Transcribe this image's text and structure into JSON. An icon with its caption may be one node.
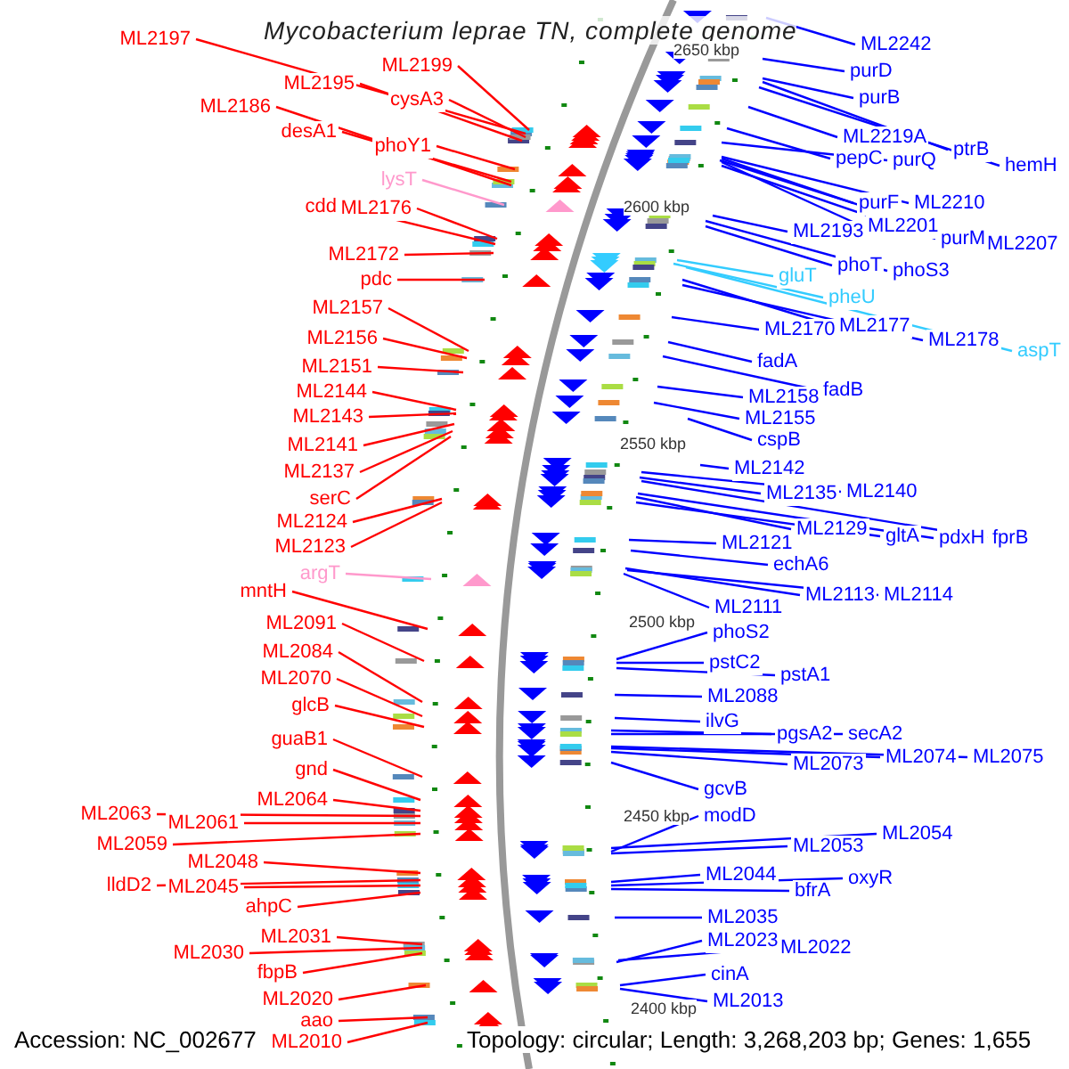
{
  "diagram": {
    "title": "Mycobacterium leprae TN, complete genome",
    "nodes": [
      {
        "text": [
          "ML2197"
        ]
      },
      {
        "text": [
          "ML2199"
        ]
      },
      {
        "text": [
          "ML2195"
        ]
      },
      {
        "text": [
          "cysA3"
        ]
      },
      {
        "text": [
          "ML2186"
        ]
      },
      {
        "text": [
          "desA1"
        ]
      },
      {
        "text": [
          "phoY1"
        ]
      },
      {
        "text": [
          "lysT"
        ]
      },
      {
        "text": [
          "cdd"
        ]
      },
      {
        "text": [
          "ML2176"
        ]
      },
      {
        "text": [
          "ML2172"
        ]
      },
      {
        "text": [
          "pdc"
        ]
      },
      {
        "text": [
          "ML2157"
        ]
      },
      {
        "text": [
          "ML2156"
        ]
      },
      {
        "text": [
          "ML2151"
        ]
      },
      {
        "text": [
          "ML2144"
        ]
      },
      {
        "text": [
          "ML2143"
        ]
      },
      {
        "text": [
          "ML2141"
        ]
      },
      {
        "text": [
          "ML2137"
        ]
      },
      {
        "text": [
          "serC"
        ]
      },
      {
        "text": [
          "ML2124"
        ]
      },
      {
        "text": [
          "ML2123"
        ]
      },
      {
        "text": [
          "argT"
        ]
      },
      {
        "text": [
          "mntH"
        ]
      },
      {
        "text": [
          "ML2091"
        ]
      },
      {
        "text": [
          "ML2084"
        ]
      },
      {
        "text": [
          "ML2070"
        ]
      },
      {
        "text": [
          "glcB"
        ]
      },
      {
        "text": [
          "guaB1"
        ]
      },
      {
        "text": [
          "gnd"
        ]
      },
      {
        "text": [
          "ML2064"
        ]
      },
      {
        "text": [
          "ML2063"
        ]
      },
      {
        "text": [
          "ML2061"
        ]
      },
      {
        "text": [
          "ML2059"
        ]
      },
      {
        "text": [
          "ML2048"
        ]
      },
      {
        "text": [
          "lldD2"
        ]
      },
      {
        "text": [
          "ML2045"
        ]
      },
      {
        "text": [
          "ahpC"
        ]
      },
      {
        "text": [
          "ML2031"
        ]
      },
      {
        "text": [
          "ML2030"
        ]
      },
      {
        "text": [
          "fbpB"
        ]
      },
      {
        "text": [
          "ML2020"
        ]
      },
      {
        "text": [
          "aao"
        ]
      },
      {
        "text": [
          "ML2010"
        ]
      },
      {
        "text": [
          "ML2242"
        ]
      },
      {
        "text": [
          "purD"
        ]
      },
      {
        "text": [
          "purB"
        ]
      },
      {
        "text": [
          "ML2219A"
        ]
      },
      {
        "text": [
          "ptrB"
        ]
      },
      {
        "text": [
          "hemH"
        ]
      },
      {
        "text": [
          "pepC"
        ]
      },
      {
        "text": [
          "purQ"
        ]
      },
      {
        "text": [
          "purF"
        ]
      },
      {
        "text": [
          "ML2210"
        ]
      },
      {
        "text": [
          "ML2193"
        ]
      },
      {
        "text": [
          "ML2201"
        ]
      },
      {
        "text": [
          "purM"
        ]
      },
      {
        "text": [
          "ML2207"
        ]
      },
      {
        "text": [
          "phoT"
        ]
      },
      {
        "text": [
          "phoS3"
        ]
      },
      {
        "text": [
          "gluT"
        ]
      },
      {
        "text": [
          "pheU"
        ]
      },
      {
        "text": [
          "ML2170"
        ]
      },
      {
        "text": [
          "ML2177"
        ]
      },
      {
        "text": [
          "ML2178"
        ]
      },
      {
        "text": [
          "aspT"
        ]
      },
      {
        "text": [
          "fadA"
        ]
      },
      {
        "text": [
          "fadB"
        ]
      },
      {
        "text": [
          "ML2158"
        ]
      },
      {
        "text": [
          "ML2155"
        ]
      },
      {
        "text": [
          "cspB"
        ]
      },
      {
        "text": [
          "ML2142"
        ]
      },
      {
        "text": [
          "ML2135"
        ]
      },
      {
        "text": [
          "ML2140"
        ]
      },
      {
        "text": [
          "ML2129"
        ]
      },
      {
        "text": [
          "gltA"
        ]
      },
      {
        "text": [
          "pdxH"
        ]
      },
      {
        "text": [
          "fprB"
        ]
      },
      {
        "text": [
          "ML2121"
        ]
      },
      {
        "text": [
          "echA6"
        ]
      },
      {
        "text": [
          "ML2113"
        ]
      },
      {
        "text": [
          "ML2114"
        ]
      },
      {
        "text": [
          "ML2111"
        ]
      },
      {
        "text": [
          "phoS2"
        ]
      },
      {
        "text": [
          "pstC2"
        ]
      },
      {
        "text": [
          "pstA1"
        ]
      },
      {
        "text": [
          "ML2088"
        ]
      },
      {
        "text": [
          "ilvG"
        ]
      },
      {
        "text": [
          "pgsA2"
        ]
      },
      {
        "text": [
          "secA2"
        ]
      },
      {
        "text": [
          "ML2073"
        ]
      },
      {
        "text": [
          "ML2074"
        ]
      },
      {
        "text": [
          "ML2075"
        ]
      },
      {
        "text": [
          "gcvB"
        ]
      },
      {
        "text": [
          "modD"
        ]
      },
      {
        "text": [
          "ML2053"
        ]
      },
      {
        "text": [
          "ML2054"
        ]
      },
      {
        "text": [
          "ML2044"
        ]
      },
      {
        "text": [
          "bfrA"
        ]
      },
      {
        "text": [
          "oxyR"
        ]
      },
      {
        "text": [
          "ML2035"
        ]
      },
      {
        "text": [
          "ML2023"
        ]
      },
      {
        "text": [
          "ML2022"
        ]
      },
      {
        "text": [
          "cinA"
        ]
      },
      {
        "text": [
          "ML2013"
        ]
      }
    ],
    "edges": [
      {
        "from": 0,
        "to": null,
        "arrow": "none",
        "color": "#ff0000"
      },
      {
        "from": 1,
        "to": null,
        "arrow": "none",
        "color": "#ff0000"
      },
      {
        "from": 2,
        "to": null,
        "arrow": "none",
        "color": "#ff0000"
      },
      {
        "from": 3,
        "to": null,
        "arrow": "none",
        "color": "#ff0000"
      },
      {
        "from": 4,
        "to": null,
        "arrow": "none",
        "color": "#ff0000"
      },
      {
        "from": 5,
        "to": null,
        "arrow": "none",
        "color": "#ff0000"
      },
      {
        "from": 6,
        "to": null,
        "arrow": "none",
        "color": "#ff0000"
      },
      {
        "from": 7,
        "to": null,
        "arrow": "none",
        "color": "#ff99cc"
      },
      {
        "from": 8,
        "to": null,
        "arrow": "none",
        "color": "#ff0000"
      },
      {
        "from": 9,
        "to": null,
        "arrow": "none",
        "color": "#ff0000"
      },
      {
        "from": 10,
        "to": null,
        "arrow": "none",
        "color": "#ff0000"
      },
      {
        "from": 11,
        "to": null,
        "arrow": "none",
        "color": "#ff0000"
      },
      {
        "from": 12,
        "to": null,
        "arrow": "none",
        "color": "#ff0000"
      },
      {
        "from": 13,
        "to": null,
        "arrow": "none",
        "color": "#ff0000"
      },
      {
        "from": 14,
        "to": null,
        "arrow": "none",
        "color": "#ff0000"
      },
      {
        "from": 15,
        "to": null,
        "arrow": "none",
        "color": "#ff0000"
      },
      {
        "from": 16,
        "to": null,
        "arrow": "none",
        "color": "#ff0000"
      },
      {
        "from": 17,
        "to": null,
        "arrow": "none",
        "color": "#ff0000"
      },
      {
        "from": 18,
        "to": null,
        "arrow": "none",
        "color": "#ff0000"
      },
      {
        "from": 19,
        "to": null,
        "arrow": "none",
        "color": "#ff0000"
      },
      {
        "from": 20,
        "to": null,
        "arrow": "none",
        "color": "#ff0000"
      },
      {
        "from": 21,
        "to": null,
        "arrow": "none",
        "color": "#ff0000"
      },
      {
        "from": 22,
        "to": null,
        "arrow": "none",
        "color": "#ff99cc"
      },
      {
        "from": 23,
        "to": null,
        "arrow": "none",
        "color": "#ff0000"
      },
      {
        "from": 24,
        "to": null,
        "arrow": "none",
        "color": "#ff0000"
      },
      {
        "from": 25,
        "to": null,
        "arrow": "none",
        "color": "#ff0000"
      },
      {
        "from": 26,
        "to": null,
        "arrow": "none",
        "color": "#ff0000"
      },
      {
        "from": 27,
        "to": null,
        "arrow": "none",
        "color": "#ff0000"
      },
      {
        "from": 28,
        "to": null,
        "arrow": "none",
        "color": "#ff0000"
      },
      {
        "from": 29,
        "to": null,
        "arrow": "none",
        "color": "#ff0000"
      },
      {
        "from": 30,
        "to": null,
        "arrow": "none",
        "color": "#ff0000"
      },
      {
        "from": 31,
        "to": null,
        "arrow": "none",
        "color": "#ff0000"
      },
      {
        "from": 32,
        "to": null,
        "arrow": "none",
        "color": "#ff0000"
      },
      {
        "from": 33,
        "to": null,
        "arrow": "none",
        "color": "#ff0000"
      },
      {
        "from": 34,
        "to": null,
        "arrow": "none",
        "color": "#ff0000"
      },
      {
        "from": 35,
        "to": null,
        "arrow": "none",
        "color": "#ff0000"
      },
      {
        "from": 36,
        "to": null,
        "arrow": "none",
        "color": "#ff0000"
      },
      {
        "from": 37,
        "to": null,
        "arrow": "none",
        "color": "#ff0000"
      },
      {
        "from": 38,
        "to": null,
        "arrow": "none",
        "color": "#ff0000"
      },
      {
        "from": 39,
        "to": null,
        "arrow": "none",
        "color": "#ff0000"
      },
      {
        "from": 40,
        "to": null,
        "arrow": "none",
        "color": "#ff0000"
      },
      {
        "from": 41,
        "to": null,
        "arrow": "none",
        "color": "#ff0000"
      },
      {
        "from": 42,
        "to": null,
        "arrow": "none",
        "color": "#ff0000"
      },
      {
        "from": 43,
        "to": null,
        "arrow": "none",
        "color": "#ff0000"
      },
      {
        "from": 44,
        "to": null,
        "arrow": "none",
        "color": "#0000ff"
      },
      {
        "from": 45,
        "to": null,
        "arrow": "none",
        "color": "#0000ff"
      },
      {
        "from": 46,
        "to": null,
        "arrow": "none",
        "color": "#0000ff"
      },
      {
        "from": 47,
        "to": null,
        "arrow": "none",
        "color": "#0000ff"
      },
      {
        "from": 48,
        "to": null,
        "arrow": "none",
        "color": "#0000ff"
      },
      {
        "from": 49,
        "to": null,
        "arrow": "none",
        "color": "#0000ff"
      },
      {
        "from": 50,
        "to": null,
        "arrow": "none",
        "color": "#0000ff"
      },
      {
        "from": 51,
        "to": null,
        "arrow": "none",
        "color": "#0000ff"
      },
      {
        "from": 52,
        "to": null,
        "arrow": "none",
        "color": "#0000ff"
      },
      {
        "from": 53,
        "to": null,
        "arrow": "none",
        "color": "#0000ff"
      },
      {
        "from": 54,
        "to": null,
        "arrow": "none",
        "color": "#0000ff"
      },
      {
        "from": 55,
        "to": null,
        "arrow": "none",
        "color": "#0000ff"
      },
      {
        "from": 56,
        "to": null,
        "arrow": "none",
        "color": "#0000ff"
      },
      {
        "from": 57,
        "to": null,
        "arrow": "none",
        "color": "#0000ff"
      },
      {
        "from": 58,
        "to": null,
        "arrow": "none",
        "color": "#0000ff"
      },
      {
        "from": 59,
        "to": null,
        "arrow": "none",
        "color": "#0000ff"
      },
      {
        "from": 60,
        "to": null,
        "arrow": "none",
        "color": "#33ccff"
      },
      {
        "from": 61,
        "to": null,
        "arrow": "none",
        "color": "#33ccff"
      },
      {
        "from": 62,
        "to": null,
        "arrow": "none",
        "color": "#0000ff"
      },
      {
        "from": 63,
        "to": null,
        "arrow": "none",
        "color": "#0000ff"
      },
      {
        "from": 64,
        "to": null,
        "arrow": "none",
        "color": "#0000ff"
      },
      {
        "from": 65,
        "to": null,
        "arrow": "none",
        "color": "#33ccff"
      },
      {
        "from": 66,
        "to": null,
        "arrow": "none",
        "color": "#0000ff"
      },
      {
        "from": 67,
        "to": null,
        "arrow": "none",
        "color": "#0000ff"
      },
      {
        "from": 68,
        "to": null,
        "arrow": "none",
        "color": "#0000ff"
      },
      {
        "from": 69,
        "to": null,
        "arrow": "none",
        "color": "#0000ff"
      },
      {
        "from": 70,
        "to": null,
        "arrow": "none",
        "color": "#0000ff"
      },
      {
        "from": 71,
        "to": null,
        "arrow": "none",
        "color": "#0000ff"
      },
      {
        "from": 72,
        "to": null,
        "arrow": "none",
        "color": "#0000ff"
      },
      {
        "from": 73,
        "to": null,
        "arrow": "none",
        "color": "#0000ff"
      },
      {
        "from": 74,
        "to": null,
        "arrow": "none",
        "color": "#0000ff"
      },
      {
        "from": 75,
        "to": null,
        "arrow": "none",
        "color": "#0000ff"
      },
      {
        "from": 76,
        "to": null,
        "arrow": "none",
        "color": "#0000ff"
      },
      {
        "from": 77,
        "to": null,
        "arrow": "none",
        "color": "#0000ff"
      },
      {
        "from": 78,
        "to": null,
        "arrow": "none",
        "color": "#0000ff"
      },
      {
        "from": 79,
        "to": null,
        "arrow": "none",
        "color": "#0000ff"
      },
      {
        "from": 80,
        "to": null,
        "arrow": "none",
        "color": "#0000ff"
      },
      {
        "from": 81,
        "to": null,
        "arrow": "none",
        "color": "#0000ff"
      },
      {
        "from": 82,
        "to": null,
        "arrow": "none",
        "color": "#0000ff"
      },
      {
        "from": 83,
        "to": null,
        "arrow": "none",
        "color": "#0000ff"
      },
      {
        "from": 84,
        "to": null,
        "arrow": "none",
        "color": "#0000ff"
      },
      {
        "from": 85,
        "to": null,
        "arrow": "none",
        "color": "#0000ff"
      },
      {
        "from": 86,
        "to": null,
        "arrow": "none",
        "color": "#0000ff"
      },
      {
        "from": 87,
        "to": null,
        "arrow": "none",
        "color": "#0000ff"
      },
      {
        "from": 88,
        "to": null,
        "arrow": "none",
        "color": "#0000ff"
      },
      {
        "from": 89,
        "to": null,
        "arrow": "none",
        "color": "#0000ff"
      },
      {
        "from": 90,
        "to": null,
        "arrow": "none",
        "color": "#0000ff"
      },
      {
        "from": 91,
        "to": null,
        "arrow": "none",
        "color": "#0000ff"
      },
      {
        "from": 92,
        "to": null,
        "arrow": "none",
        "color": "#0000ff"
      },
      {
        "from": 93,
        "to": null,
        "arrow": "none",
        "color": "#0000ff"
      },
      {
        "from": 94,
        "to": null,
        "arrow": "none",
        "color": "#0000ff"
      },
      {
        "from": 95,
        "to": null,
        "arrow": "none",
        "color": "#0000ff"
      },
      {
        "from": 96,
        "to": null,
        "arrow": "none",
        "color": "#0000ff"
      },
      {
        "from": 97,
        "to": null,
        "arrow": "none",
        "color": "#0000ff"
      },
      {
        "from": 98,
        "to": null,
        "arrow": "none",
        "color": "#0000ff"
      },
      {
        "from": 99,
        "to": null,
        "arrow": "none",
        "color": "#0000ff"
      },
      {
        "from": 100,
        "to": null,
        "arrow": "none",
        "color": "#0000ff"
      },
      {
        "from": 101,
        "to": null,
        "arrow": "none",
        "color": "#0000ff"
      },
      {
        "from": 102,
        "to": null,
        "arrow": "none",
        "color": "#0000ff"
      },
      {
        "from": 103,
        "to": null,
        "arrow": "none",
        "color": "#0000ff"
      },
      {
        "from": 104,
        "to": null,
        "arrow": "none",
        "color": "#0000ff"
      }
    ],
    "labels": [
      "2650 kbp",
      "2600 kbp",
      "2550 kbp",
      "2500 kbp",
      "2450 kbp",
      "2400 kbp",
      "Accession: NC_002677",
      "Topology: circular; Length: 3,268,203 bp; Genes: 1,655"
    ]
  }
}
